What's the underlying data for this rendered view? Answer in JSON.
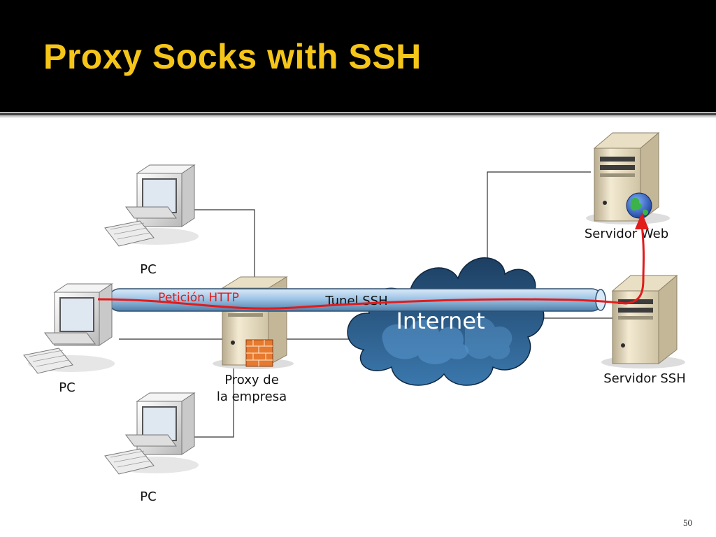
{
  "slide": {
    "title": "Proxy Socks with SSH",
    "page_number": "50"
  },
  "diagram": {
    "nodes": {
      "pc_top": "PC",
      "pc_left": "PC",
      "pc_bottom": "PC",
      "proxy_line1": "Proxy de",
      "proxy_line2": "la empresa",
      "internet": "Internet",
      "web_server": "Servidor Web",
      "ssh_server": "Servidor SSH"
    },
    "edges": {
      "tunnel": "Tunel SSH",
      "http_request": "Petición HTTP"
    },
    "colors": {
      "title": "#f5c518",
      "request_path": "#e21b1b",
      "tunnel": "#9ec4e6",
      "cloud": "#2c5f8d"
    }
  }
}
